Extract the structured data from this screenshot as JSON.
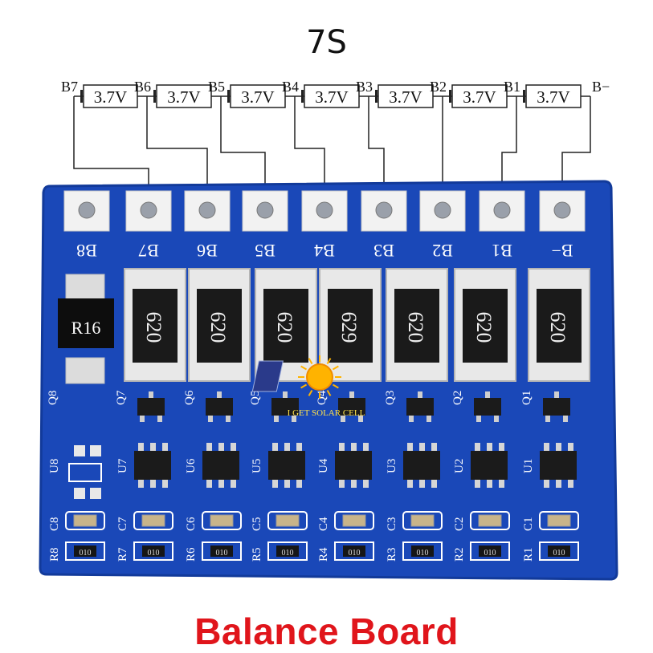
{
  "diagram": {
    "title": "7S",
    "caption": "Balance Board",
    "cell_voltage": "3.7V",
    "schematic_nodes": [
      "B7",
      "B6",
      "B5",
      "B4",
      "B3",
      "B2",
      "B1",
      "B−"
    ],
    "pad_labels": [
      "B8",
      "B7",
      "B6",
      "B5",
      "B4",
      "B3",
      "B2",
      "B1",
      "B−"
    ],
    "resistor_code": "620",
    "resistor_code_variant": "629",
    "left_label": "R16",
    "q_labels": [
      "Q8",
      "Q7",
      "Q6",
      "Q5",
      "Q4",
      "Q3",
      "Q2",
      "Q1"
    ],
    "u_labels": [
      "U8",
      "U7",
      "U6",
      "U5",
      "U4",
      "U3",
      "U2",
      "U1"
    ],
    "c_labels": [
      "C8",
      "C7",
      "C6",
      "C5",
      "C4",
      "C3",
      "C2",
      "C1"
    ],
    "r_labels": [
      "R8",
      "R7",
      "R6",
      "R5",
      "R4",
      "R3",
      "R2",
      "R1"
    ],
    "small_resistor_code": "010",
    "watermark": "I GET SOLAR CELL",
    "colors": {
      "pcb": "#1a48b8",
      "pcb_dark": "#123a9a",
      "silk": "#ffffff",
      "caption": "#e0151b",
      "chip": "#1b1b1b"
    }
  }
}
